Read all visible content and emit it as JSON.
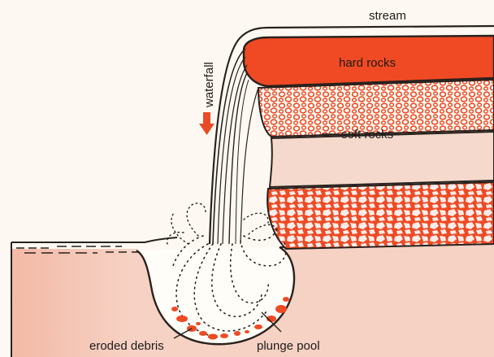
{
  "labels": {
    "stream": "stream",
    "waterfall": "waterfall",
    "hard_rocks": "hard rocks",
    "soft_rocks": "soft rocks",
    "eroded_debris": "eroded debris",
    "plunge_pool": "plunge pool"
  },
  "colors": {
    "background": "#fdf9f2",
    "hard_rock": "#ef4a24",
    "soft_rock_band": "#f4d9cc",
    "ground": "#f6d2c4",
    "outline": "#2a211d",
    "arrow": "#ea4a26"
  },
  "icons": {
    "arrow": "down-arrow-icon"
  }
}
